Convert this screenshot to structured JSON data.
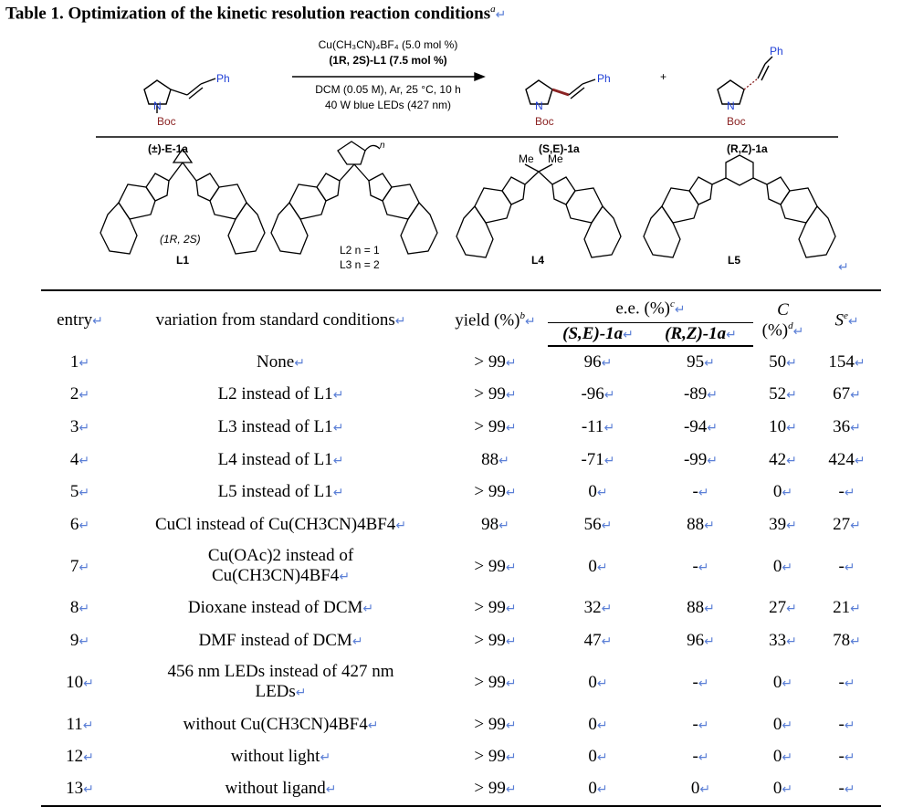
{
  "title": {
    "text": "Table 1. Optimization of the kinetic resolution reaction conditions",
    "footnote": "a"
  },
  "scheme": {
    "conditions": [
      "Cu(CH₃CN)₄BF₄ (5.0 mol %)",
      "(1R, 2S)-L1 (7.5 mol %)",
      "DCM (0.05 M), Ar, 25 °C, 10 h",
      "40 W blue LEDs (427 nm)"
    ],
    "substrate_label": "(±)-E-1a",
    "product1_label": "(S,E)-1a",
    "product2_label": "(R,Z)-1a",
    "plus": "+",
    "atom_N": "N",
    "group_boc": "Boc",
    "group_ph": "Ph",
    "ligands": {
      "L1_stereo": "(1R, 2S)",
      "L1_label": "L1",
      "L2_label": "L2 n = 1",
      "L3_label": "L3 n = 2",
      "L4_label": "L4",
      "L5_label": "L5",
      "me": "Me",
      "n_sub": "n"
    }
  },
  "table": {
    "headers": {
      "entry": "entry",
      "variation": "variation from standard conditions",
      "yield": "yield (%)",
      "yield_note": "b",
      "ee": "e.e. (%)",
      "ee_note": "c",
      "ee_col1": "(S,E)-1a",
      "ee_col2": "(R,Z)-1a",
      "c": "C",
      "c_unit": "(%)",
      "c_note": "d",
      "s": "S",
      "s_note": "e"
    },
    "rows": [
      {
        "entry": "1",
        "variation": "None",
        "yield": "> 99",
        "ee_se": "96",
        "ee_rz": "95",
        "c": "50",
        "s": "154"
      },
      {
        "entry": "2",
        "variation": "L2 instead of L1",
        "yield": "> 99",
        "ee_se": "-96",
        "ee_rz": "-89",
        "c": "52",
        "s": "67"
      },
      {
        "entry": "3",
        "variation": "L3 instead of L1",
        "yield": "> 99",
        "ee_se": "-11",
        "ee_rz": "-94",
        "c": "10",
        "s": "36"
      },
      {
        "entry": "4",
        "variation": "L4 instead of L1",
        "yield": "88",
        "ee_se": "-71",
        "ee_rz": "-99",
        "c": "42",
        "s": "424"
      },
      {
        "entry": "5",
        "variation": "L5 instead of L1",
        "yield": "> 99",
        "ee_se": "0",
        "ee_rz": "-",
        "c": "0",
        "s": "-"
      },
      {
        "entry": "6",
        "variation": "CuCl instead of Cu(CH3CN)4BF4",
        "yield": "98",
        "ee_se": "56",
        "ee_rz": "88",
        "c": "39",
        "s": "27"
      },
      {
        "entry": "7",
        "variation": "Cu(OAc)2 instead of Cu(CH3CN)4BF4",
        "yield": "> 99",
        "ee_se": "0",
        "ee_rz": "-",
        "c": "0",
        "s": "-"
      },
      {
        "entry": "8",
        "variation": "Dioxane instead of DCM",
        "yield": "> 99",
        "ee_se": "32",
        "ee_rz": "88",
        "c": "27",
        "s": "21"
      },
      {
        "entry": "9",
        "variation": "DMF instead of DCM",
        "yield": "> 99",
        "ee_se": "47",
        "ee_rz": "96",
        "c": "33",
        "s": "78"
      },
      {
        "entry": "10",
        "variation": "456 nm LEDs instead of 427 nm LEDs",
        "yield": "> 99",
        "ee_se": "0",
        "ee_rz": "-",
        "c": "0",
        "s": "-"
      },
      {
        "entry": "11",
        "variation": "without Cu(CH3CN)4BF4",
        "yield": "> 99",
        "ee_se": "0",
        "ee_rz": "-",
        "c": "0",
        "s": "-"
      },
      {
        "entry": "12",
        "variation": "without light",
        "yield": "> 99",
        "ee_se": "0",
        "ee_rz": "-",
        "c": "0",
        "s": "-"
      },
      {
        "entry": "13",
        "variation": "without ligand",
        "yield": "> 99",
        "ee_se": "0",
        "ee_rz": "0",
        "c": "0",
        "s": "-"
      }
    ]
  },
  "colors": {
    "boc": "#8b2323",
    "ph": "#1f3fd6",
    "nitrogen": "#1f3fd6",
    "return_mark": "#5b7fd6"
  }
}
